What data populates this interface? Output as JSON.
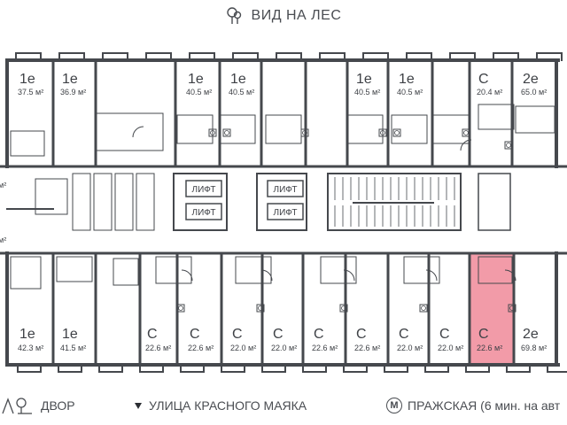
{
  "header": {
    "view_label": "ВИД НА ЛЕС"
  },
  "footer": {
    "yard_label": "ДВОР",
    "street_label": "УЛИЦА КРАСНОГО МАЯКА",
    "metro_letter": "М",
    "metro_label": "ПРАЖСКАЯ (6 мин. на авт"
  },
  "lift_label": "ЛИФТ",
  "colors": {
    "wall": "#45484d",
    "highlight": "#f08a9a",
    "highlight_stroke": "#d0576b",
    "text": "#3e4146"
  },
  "units_top": [
    {
      "type": "1е",
      "area": "37.5 м²"
    },
    {
      "type": "1е",
      "area": "36.9 м²"
    },
    {
      "type": "1е",
      "area": "40.5 м²"
    },
    {
      "type": "1е",
      "area": "40.5 м²"
    },
    {
      "type": "1е",
      "area": "40.5 м²"
    },
    {
      "type": "1е",
      "area": "40.5 м²"
    },
    {
      "type": "С",
      "area": "20.4 м²"
    },
    {
      "type": "2е",
      "area": "65.0 м²"
    }
  ],
  "units_bottom": [
    {
      "type": "1е",
      "area": "42.3 м²",
      "selected": false
    },
    {
      "type": "1е",
      "area": "41.5 м²",
      "selected": false
    },
    {
      "type": "С",
      "area": "22.6 м²",
      "selected": false
    },
    {
      "type": "С",
      "area": "22.6 м²",
      "selected": false
    },
    {
      "type": "С",
      "area": "22.0 м²",
      "selected": false
    },
    {
      "type": "С",
      "area": "22.0 м²",
      "selected": false
    },
    {
      "type": "С",
      "area": "22.6 м²",
      "selected": false
    },
    {
      "type": "С",
      "area": "22.6 м²",
      "selected": false
    },
    {
      "type": "С",
      "area": "22.0 м²",
      "selected": false
    },
    {
      "type": "С",
      "area": "22.0 м²",
      "selected": false
    },
    {
      "type": "С",
      "area": "22.6 м²",
      "selected": true
    },
    {
      "type": "2е",
      "area": "69.8 м²",
      "selected": false
    }
  ],
  "cut_labels": [
    "м²",
    "м²"
  ]
}
